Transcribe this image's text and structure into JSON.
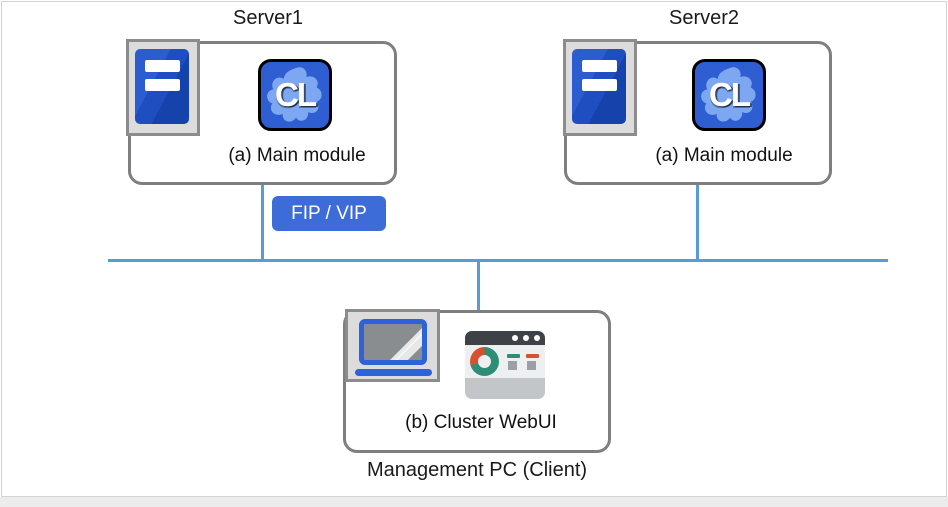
{
  "servers": [
    {
      "title": "Server1",
      "module_label": "(a) Main module",
      "app_icon_text": "CL"
    },
    {
      "title": "Server2",
      "module_label": "(a) Main module",
      "app_icon_text": "CL"
    }
  ],
  "network": {
    "fip_vip_badge": "FIP / VIP"
  },
  "client": {
    "module_label": "(b) Cluster WebUI",
    "caption": "Management PC (Client)"
  },
  "icons": {
    "server_tower": "server-tower-icon",
    "cl_app": "cluster-app-icon",
    "laptop": "laptop-icon",
    "webui_browser": "browser-window-icon"
  },
  "colors": {
    "network_line": "#5b9bd5",
    "badge_bg": "#3d6cd8",
    "box_border": "#7f7f7f",
    "icon_plate_bg": "#dcdcdc",
    "icon_plate_border": "#8c8c8c",
    "server_blue": "#2b5dd1",
    "cl_icon_bg": "#2e5ed2",
    "cl_blob": "#7ea7f1",
    "laptop_blue": "#2e62d9",
    "browser_titlebar": "#3e4246",
    "donut_green": "#2e8d75",
    "donut_red": "#d8512e"
  }
}
